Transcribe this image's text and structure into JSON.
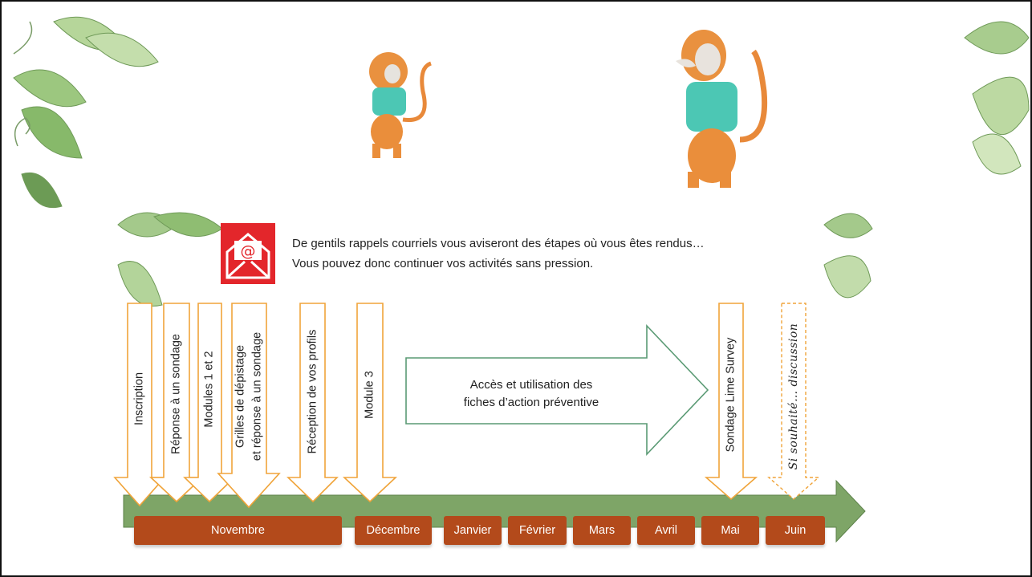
{
  "reminder": {
    "line1": "De gentils rappels courriels vous aviseront des étapes où vous êtes rendus…",
    "line2": "Vous pouvez donc continuer vos activités sans pression."
  },
  "steps": [
    {
      "label": "Inscription",
      "label2": ""
    },
    {
      "label": "Réponse à un sondage",
      "label2": ""
    },
    {
      "label": "Modules 1 et 2",
      "label2": ""
    },
    {
      "label": "Grilles de dépistage",
      "label2": "et réponse à un sondage"
    },
    {
      "label": "Réception de vos profils",
      "label2": ""
    },
    {
      "label": "Module 3",
      "label2": ""
    },
    {
      "label": "Sondage Lime Survey",
      "label2": ""
    },
    {
      "label": "Si souhaité… discussion",
      "label2": ""
    }
  ],
  "big_arrow": {
    "line1": "Accès et utilisation des",
    "line2": "fiches d’action préventive"
  },
  "months": [
    "Novembre",
    "Décembre",
    "Janvier",
    "Février",
    "Mars",
    "Avril",
    "Mai",
    "Juin"
  ],
  "colors": {
    "timeline_green": "#7ea567",
    "month_box": "#b34a1b",
    "step_arrow_outline": "#f0a43a",
    "big_arrow_outline": "#5a9a74",
    "mail_red": "#e3262b"
  },
  "icons": [
    "mail-icon",
    "monkey-illustration",
    "leaf-decoration"
  ]
}
